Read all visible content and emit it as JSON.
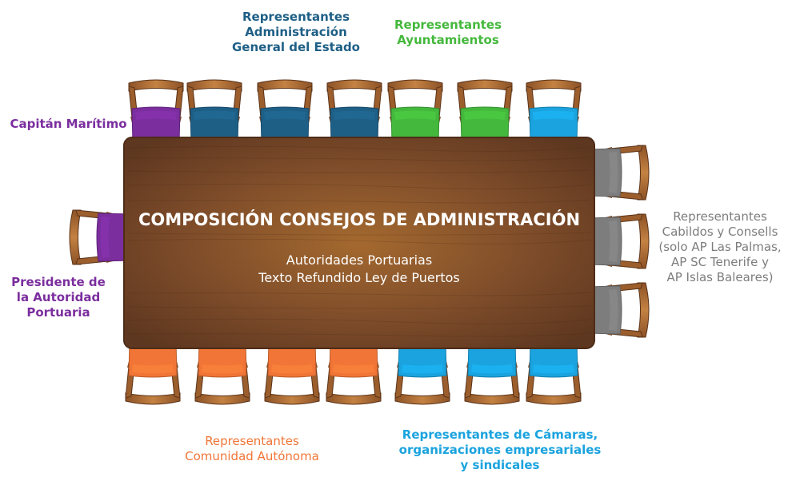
{
  "title": "COMPOSICIÓN CONSEJOS DE ADMINISTRACIÓN",
  "subtitle_lines": [
    "Autoridades Portuarias",
    "Texto Refundido Ley de Puertos"
  ],
  "colors": {
    "purple": "#7B2E9E",
    "dark_blue": "#1E5F86",
    "green": "#44B83C",
    "light_blue": "#1AA3DE",
    "orange": "#F07536",
    "gray": "#7D7D7D",
    "wood": "#8A552E"
  },
  "groups": [
    {
      "id": "capitan",
      "color": "#7B2E9E",
      "seats": 1,
      "lines": [
        "Capitán Marítimo"
      ]
    },
    {
      "id": "age",
      "color": "#1E5F86",
      "seats": 3,
      "lines": [
        "Representantes",
        "Administración",
        "General del Estado"
      ]
    },
    {
      "id": "ayuntamientos",
      "color": "#44B83C",
      "seats": 2,
      "lines": [
        "Representantes",
        "Ayuntamientos"
      ]
    },
    {
      "id": "presidente",
      "color": "#7B2E9E",
      "seats": 1,
      "lines": [
        "Presidente de",
        "la Autoridad",
        "Portuaria"
      ]
    },
    {
      "id": "cabildos",
      "color": "#7D7D7D",
      "seats": 3,
      "lines": [
        "Representantes",
        "Cabildos y Consells",
        "(solo AP Las Palmas,",
        "AP SC Tenerife y",
        "AP Islas Baleares)"
      ]
    },
    {
      "id": "comunidad",
      "color": "#F07536",
      "seats": 4,
      "lines": [
        "Representantes",
        "Comunidad Autónoma"
      ]
    },
    {
      "id": "camaras",
      "color": "#1AA3DE",
      "seats": 4,
      "lines": [
        "Representantes de Cámaras,",
        "organizaciones empresariales",
        "y sindicales"
      ]
    }
  ]
}
